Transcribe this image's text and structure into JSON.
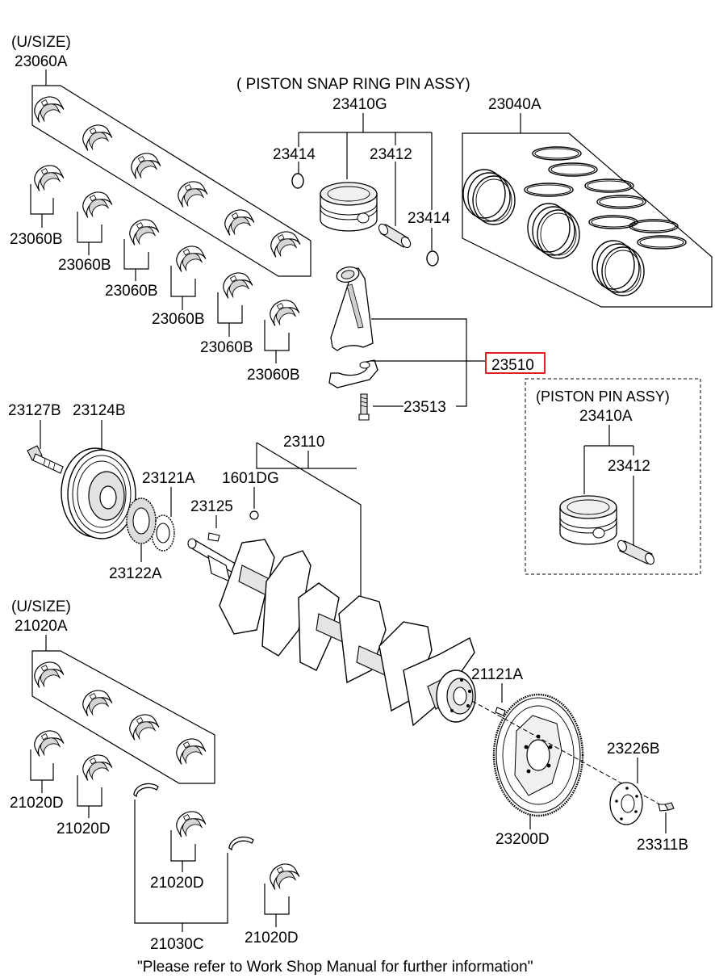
{
  "diagram": {
    "note": "\"Please refer to Work Shop Manual for further information\"",
    "highlight_color": "#e0201e",
    "groups": {
      "upper_bearing_usize": "(U/SIZE)",
      "piston_snap_ring_pin": "( PISTON  SNAP RING  PIN ASSY)",
      "piston_pin_assy": "(PISTON  PIN ASSY)",
      "lower_bearing_usize": "(U/SIZE)"
    },
    "labels": {
      "p23060A": "23060A",
      "p23410G": "23410G",
      "p23040A": "23040A",
      "p23414a": "23414",
      "p23412a": "23412",
      "p23414b": "23414",
      "p23060B_1": "23060B",
      "p23060B_2": "23060B",
      "p23060B_3": "23060B",
      "p23060B_4": "23060B",
      "p23060B_5": "23060B",
      "p23060B_6": "23060B",
      "p23510": "23510",
      "p23513": "23513",
      "p23410A": "23410A",
      "p23412b": "23412",
      "p23127B": "23127B",
      "p23124B": "23124B",
      "p23110": "23110",
      "p1601DG": "1601DG",
      "p23121A": "23121A",
      "p23125": "23125",
      "p23122A": "23122A",
      "p21020A": "21020A",
      "p21121A": "21121A",
      "p23226B": "23226B",
      "p21020D_1": "21020D",
      "p21020D_2": "21020D",
      "p21020D_3": "21020D",
      "p21020D_4": "21020D",
      "p23200D": "23200D",
      "p23311B": "23311B",
      "p21030C": "21030C"
    }
  }
}
